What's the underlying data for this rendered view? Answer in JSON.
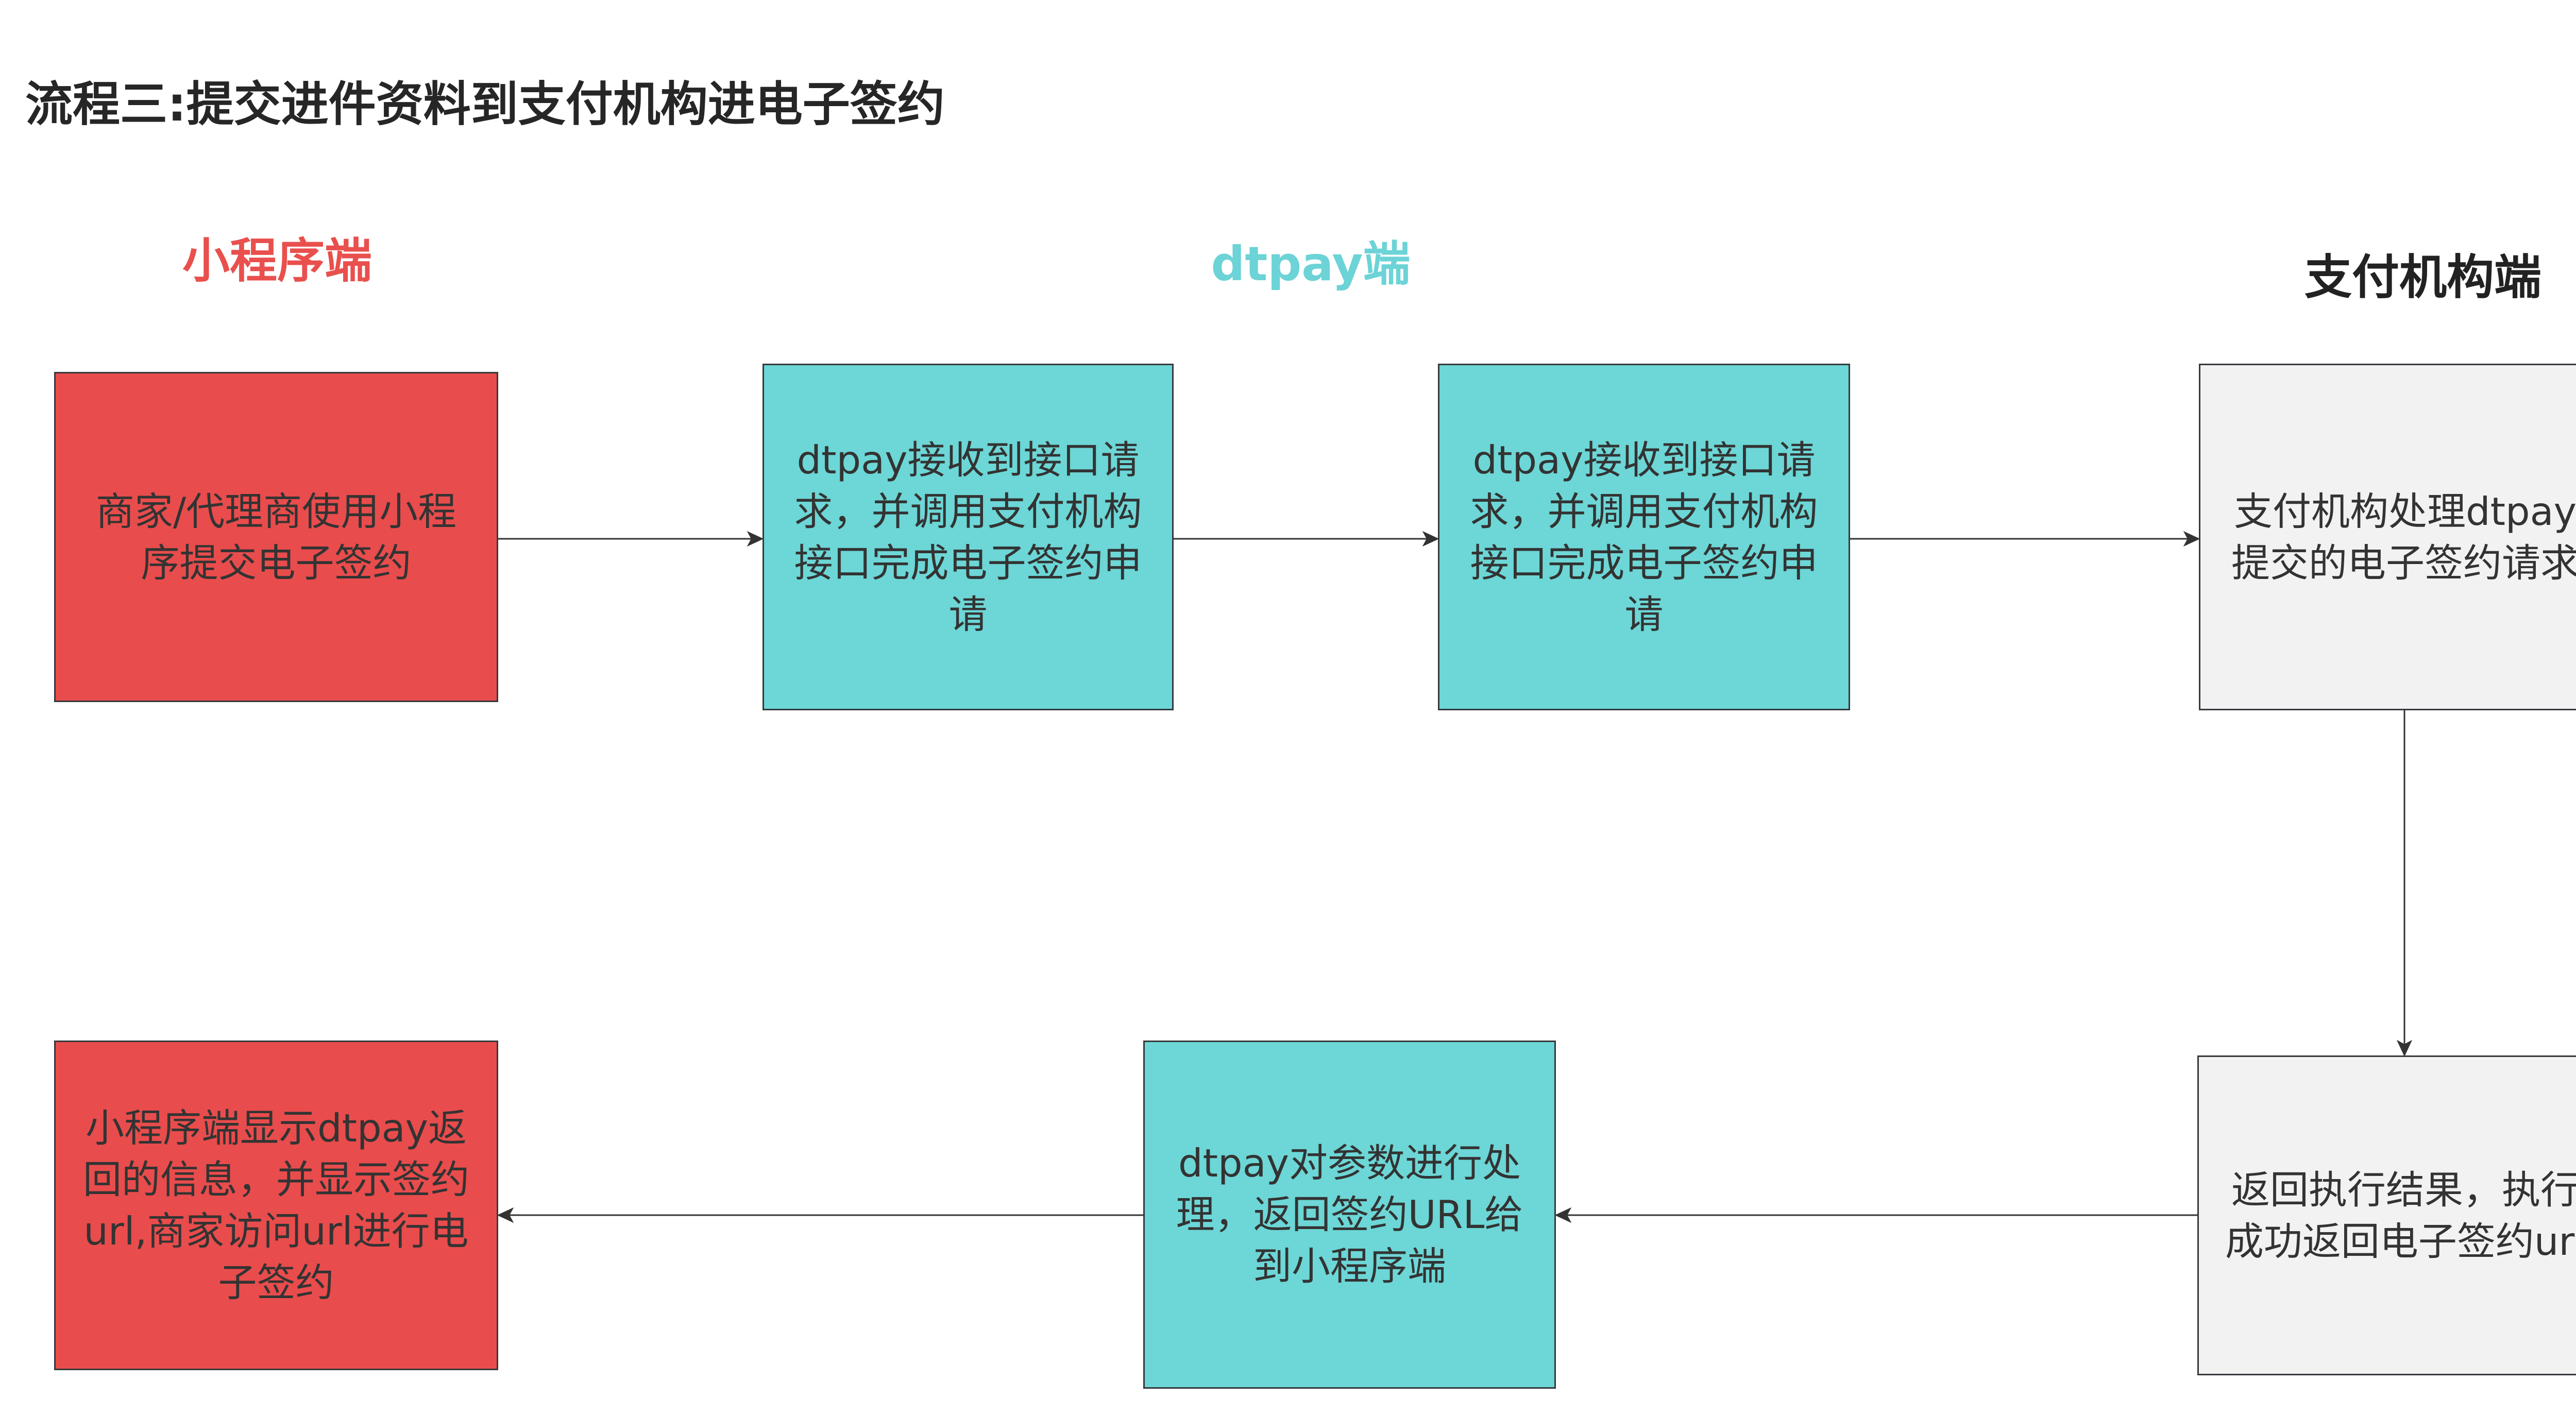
{
  "title": "流程三:提交进件资料到支付机构进电子签约",
  "lanes": [
    {
      "label": "小程序端",
      "color": "#E9504D"
    },
    {
      "label": "dtpay端",
      "color": "#6CD3D7"
    },
    {
      "label": "支付机构端",
      "color": "#222222"
    }
  ],
  "colors": {
    "miniprogram_box": "#E94C4C",
    "dtpay_box": "#6DD6D6",
    "institution_box": "#F2F2F2",
    "box_border": "#36393D",
    "arrow": "#333333",
    "box_text": "#333333"
  },
  "steps": [
    {
      "lines": [
        "商家/代理商使用小程",
        "序提交电子签约"
      ]
    },
    {
      "lines": [
        "dtpay接收到接口请",
        "求，并调用支付机构",
        "接口完成电子签约申",
        "请"
      ]
    },
    {
      "lines": [
        "dtpay接收到接口请",
        "求，并调用支付机构",
        "接口完成电子签约申",
        "请"
      ]
    },
    {
      "lines": [
        "支付机构处理dtpay",
        "提交的电子签约请求"
      ]
    },
    {
      "lines": [
        "返回执行结果，执行",
        "成功返回电子签约url"
      ]
    },
    {
      "lines": [
        "dtpay对参数进行处",
        "理，返回签约URL给",
        "到小程序端"
      ]
    },
    {
      "lines": [
        "小程序端显示dtpay返",
        "回的信息，并显示签约",
        "url,商家访问url进行电",
        "子签约"
      ]
    }
  ]
}
